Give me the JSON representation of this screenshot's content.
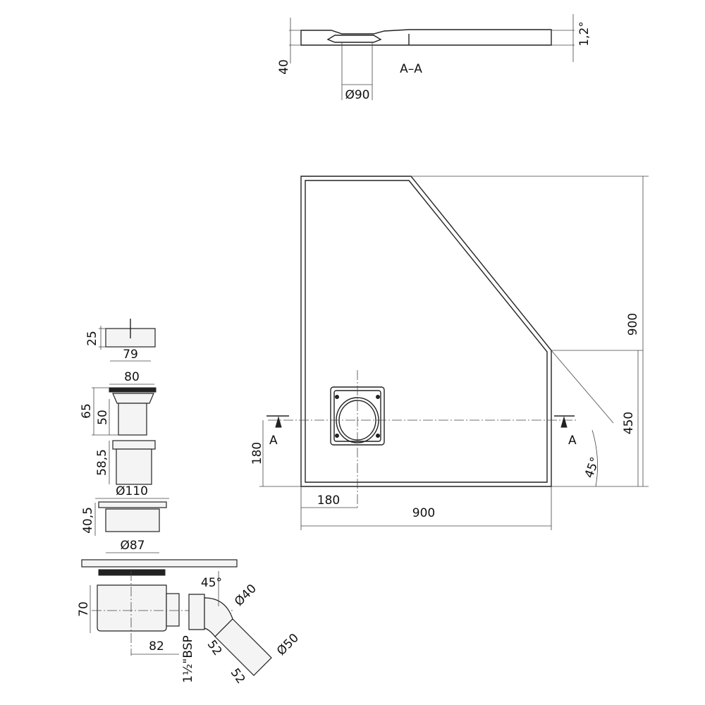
{
  "section": {
    "title": "A–A",
    "height": "40",
    "slope": "1,2°",
    "drain_diameter": "Ø90"
  },
  "plan": {
    "width": "900",
    "depth": "900",
    "side_depth": "450",
    "angle": "45°",
    "drain_offset_x": "180",
    "drain_offset_y": "180",
    "section_marker_left": "A",
    "section_marker_right": "A"
  },
  "parts": {
    "cap_height": "25",
    "cap_width": "79",
    "grate_width": "80",
    "grate_height": "65",
    "grate_body": "50",
    "insert_height": "58,5",
    "flange_diameter": "Ø110",
    "body_height": "40,5",
    "body_diameter": "Ø87",
    "trap_height": "70",
    "trap_offset": "82",
    "elbow_angle": "45°",
    "outlet_diameter": "Ø40",
    "thread": "1½\"BSP",
    "pipe_length_1": "52",
    "pipe_length_2": "52",
    "pipe_diameter": "Ø50"
  }
}
